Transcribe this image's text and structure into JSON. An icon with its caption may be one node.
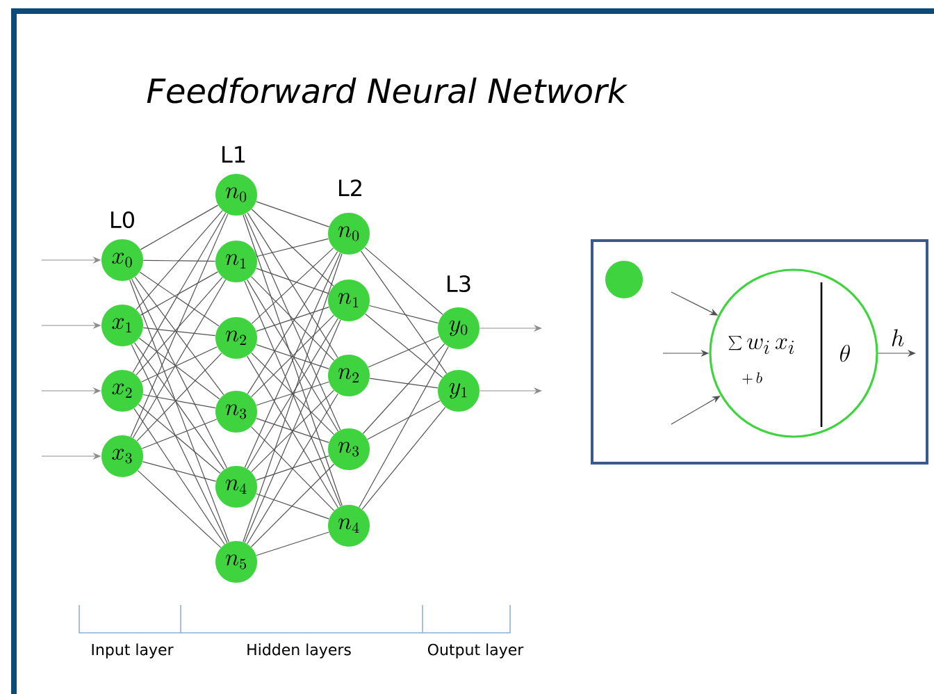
{
  "diagram": {
    "title": "Feedforward Neural Network",
    "nodes": [
      {
        "text": [
          "x_0"
        ]
      },
      {
        "text": [
          "x_1"
        ]
      },
      {
        "text": [
          "x_2"
        ]
      },
      {
        "text": [
          "x_3"
        ]
      },
      {
        "text": [
          "n_0"
        ]
      },
      {
        "text": [
          "n_1"
        ]
      },
      {
        "text": [
          "n_2"
        ]
      },
      {
        "text": [
          "n_3"
        ]
      },
      {
        "text": [
          "n_4"
        ]
      },
      {
        "text": [
          "n_5"
        ]
      },
      {
        "text": [
          "n_0"
        ]
      },
      {
        "text": [
          "n_1"
        ]
      },
      {
        "text": [
          "n_2"
        ]
      },
      {
        "text": [
          "n_3"
        ]
      },
      {
        "text": [
          "n_4"
        ]
      },
      {
        "text": [
          "y_0"
        ]
      },
      {
        "text": [
          "y_1"
        ]
      },
      {
        "text": [],
        "shape": "box"
      },
      {
        "text": [],
        "shape": "circle",
        "in": 17
      },
      {
        "text": [
          "\\sum w_i\\, x_i",
          "+\\, b",
          "\\theta"
        ],
        "in": 17
      }
    ],
    "edges": [
      {
        "from": null,
        "to": 0,
        "arrow": "to",
        "color": "#8c8c8c"
      },
      {
        "from": null,
        "to": 1,
        "arrow": "to",
        "color": "#8c8c8c"
      },
      {
        "from": null,
        "to": 2,
        "arrow": "to",
        "color": "#8c8c8c"
      },
      {
        "from": null,
        "to": 3,
        "arrow": "to",
        "color": "#8c8c8c"
      },
      {
        "from": 0,
        "to": 4,
        "arrow": "none"
      },
      {
        "from": 0,
        "to": 5,
        "arrow": "none"
      },
      {
        "from": 0,
        "to": 6,
        "arrow": "none"
      },
      {
        "from": 0,
        "to": 7,
        "arrow": "none"
      },
      {
        "from": 0,
        "to": 8,
        "arrow": "none"
      },
      {
        "from": 0,
        "to": 9,
        "arrow": "none"
      },
      {
        "from": 1,
        "to": 4,
        "arrow": "none"
      },
      {
        "from": 1,
        "to": 5,
        "arrow": "none"
      },
      {
        "from": 1,
        "to": 6,
        "arrow": "none"
      },
      {
        "from": 1,
        "to": 7,
        "arrow": "none"
      },
      {
        "from": 1,
        "to": 8,
        "arrow": "none"
      },
      {
        "from": 1,
        "to": 9,
        "arrow": "none"
      },
      {
        "from": 2,
        "to": 4,
        "arrow": "none"
      },
      {
        "from": 2,
        "to": 5,
        "arrow": "none"
      },
      {
        "from": 2,
        "to": 6,
        "arrow": "none"
      },
      {
        "from": 2,
        "to": 7,
        "arrow": "none"
      },
      {
        "from": 2,
        "to": 8,
        "arrow": "none"
      },
      {
        "from": 2,
        "to": 9,
        "arrow": "none"
      },
      {
        "from": 3,
        "to": 4,
        "arrow": "none"
      },
      {
        "from": 3,
        "to": 5,
        "arrow": "none"
      },
      {
        "from": 3,
        "to": 6,
        "arrow": "none"
      },
      {
        "from": 3,
        "to": 7,
        "arrow": "none"
      },
      {
        "from": 3,
        "to": 8,
        "arrow": "none"
      },
      {
        "from": 3,
        "to": 9,
        "arrow": "none"
      },
      {
        "from": 4,
        "to": 10,
        "arrow": "none"
      },
      {
        "from": 4,
        "to": 11,
        "arrow": "none"
      },
      {
        "from": 4,
        "to": 12,
        "arrow": "none"
      },
      {
        "from": 4,
        "to": 13,
        "arrow": "none"
      },
      {
        "from": 4,
        "to": 14,
        "arrow": "none"
      },
      {
        "from": 5,
        "to": 10,
        "arrow": "none"
      },
      {
        "from": 5,
        "to": 11,
        "arrow": "none"
      },
      {
        "from": 5,
        "to": 12,
        "arrow": "none"
      },
      {
        "from": 5,
        "to": 13,
        "arrow": "none"
      },
      {
        "from": 5,
        "to": 14,
        "arrow": "none"
      },
      {
        "from": 6,
        "to": 10,
        "arrow": "none"
      },
      {
        "from": 6,
        "to": 11,
        "arrow": "none"
      },
      {
        "from": 6,
        "to": 12,
        "arrow": "none"
      },
      {
        "from": 6,
        "to": 13,
        "arrow": "none"
      },
      {
        "from": 6,
        "to": 14,
        "arrow": "none"
      },
      {
        "from": 7,
        "to": 10,
        "arrow": "none"
      },
      {
        "from": 7,
        "to": 11,
        "arrow": "none"
      },
      {
        "from": 7,
        "to": 12,
        "arrow": "none"
      },
      {
        "from": 7,
        "to": 13,
        "arrow": "none"
      },
      {
        "from": 7,
        "to": 14,
        "arrow": "none"
      },
      {
        "from": 8,
        "to": 10,
        "arrow": "none"
      },
      {
        "from": 8,
        "to": 11,
        "arrow": "none"
      },
      {
        "from": 8,
        "to": 12,
        "arrow": "none"
      },
      {
        "from": 8,
        "to": 13,
        "arrow": "none"
      },
      {
        "from": 8,
        "to": 14,
        "arrow": "none"
      },
      {
        "from": 9,
        "to": 10,
        "arrow": "none"
      },
      {
        "from": 9,
        "to": 11,
        "arrow": "none"
      },
      {
        "from": 9,
        "to": 12,
        "arrow": "none"
      },
      {
        "from": 9,
        "to": 13,
        "arrow": "none"
      },
      {
        "from": 9,
        "to": 14,
        "arrow": "none"
      },
      {
        "from": 10,
        "to": 15,
        "arrow": "none"
      },
      {
        "from": 10,
        "to": 16,
        "arrow": "none"
      },
      {
        "from": 11,
        "to": 15,
        "arrow": "none"
      },
      {
        "from": 11,
        "to": 16,
        "arrow": "none"
      },
      {
        "from": 12,
        "to": 15,
        "arrow": "none"
      },
      {
        "from": 12,
        "to": 16,
        "arrow": "none"
      },
      {
        "from": 13,
        "to": 15,
        "arrow": "none"
      },
      {
        "from": 13,
        "to": 16,
        "arrow": "none"
      },
      {
        "from": 14,
        "to": 15,
        "arrow": "none"
      },
      {
        "from": 14,
        "to": 16,
        "arrow": "none"
      },
      {
        "from": 15,
        "to": null,
        "arrow": "to",
        "color": "#8c8c8c"
      },
      {
        "from": 16,
        "to": null,
        "arrow": "to",
        "color": "#8c8c8c"
      },
      {
        "from": null,
        "to": 19,
        "arrow": "to"
      },
      {
        "from": null,
        "to": 19,
        "arrow": "to"
      },
      {
        "from": null,
        "to": 19,
        "arrow": "to"
      },
      {
        "from": 19,
        "to": null,
        "arrow": "to",
        "label": "h"
      }
    ],
    "labels": [
      "L0",
      "L1",
      "L2",
      "L3",
      "Input layer",
      "Hidden layers",
      "Output layer"
    ]
  }
}
